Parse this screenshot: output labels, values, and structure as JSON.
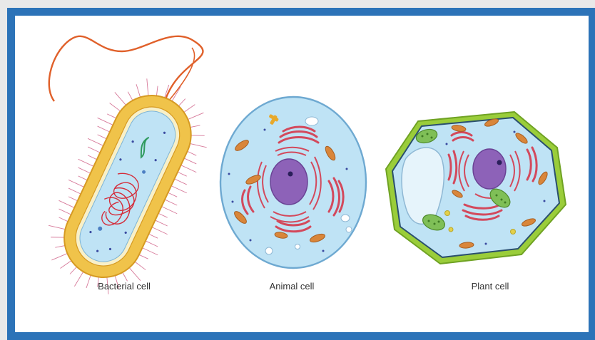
{
  "colors": {
    "frame_border": "#2c73b8",
    "cytoplasm": "#bfe3f5",
    "bacterial_wall": "#f0c34a",
    "plant_wall": "#9acd3a",
    "nucleus": "#8d62b8",
    "golgi": "#d3495c",
    "mitochondria": "#d9863a",
    "chloroplast": "#7fbf57",
    "flagellum": "#e0602a"
  },
  "cells": [
    {
      "label": "Bacterial cell"
    },
    {
      "label": "Animal cell"
    },
    {
      "label": "Plant cell"
    }
  ]
}
